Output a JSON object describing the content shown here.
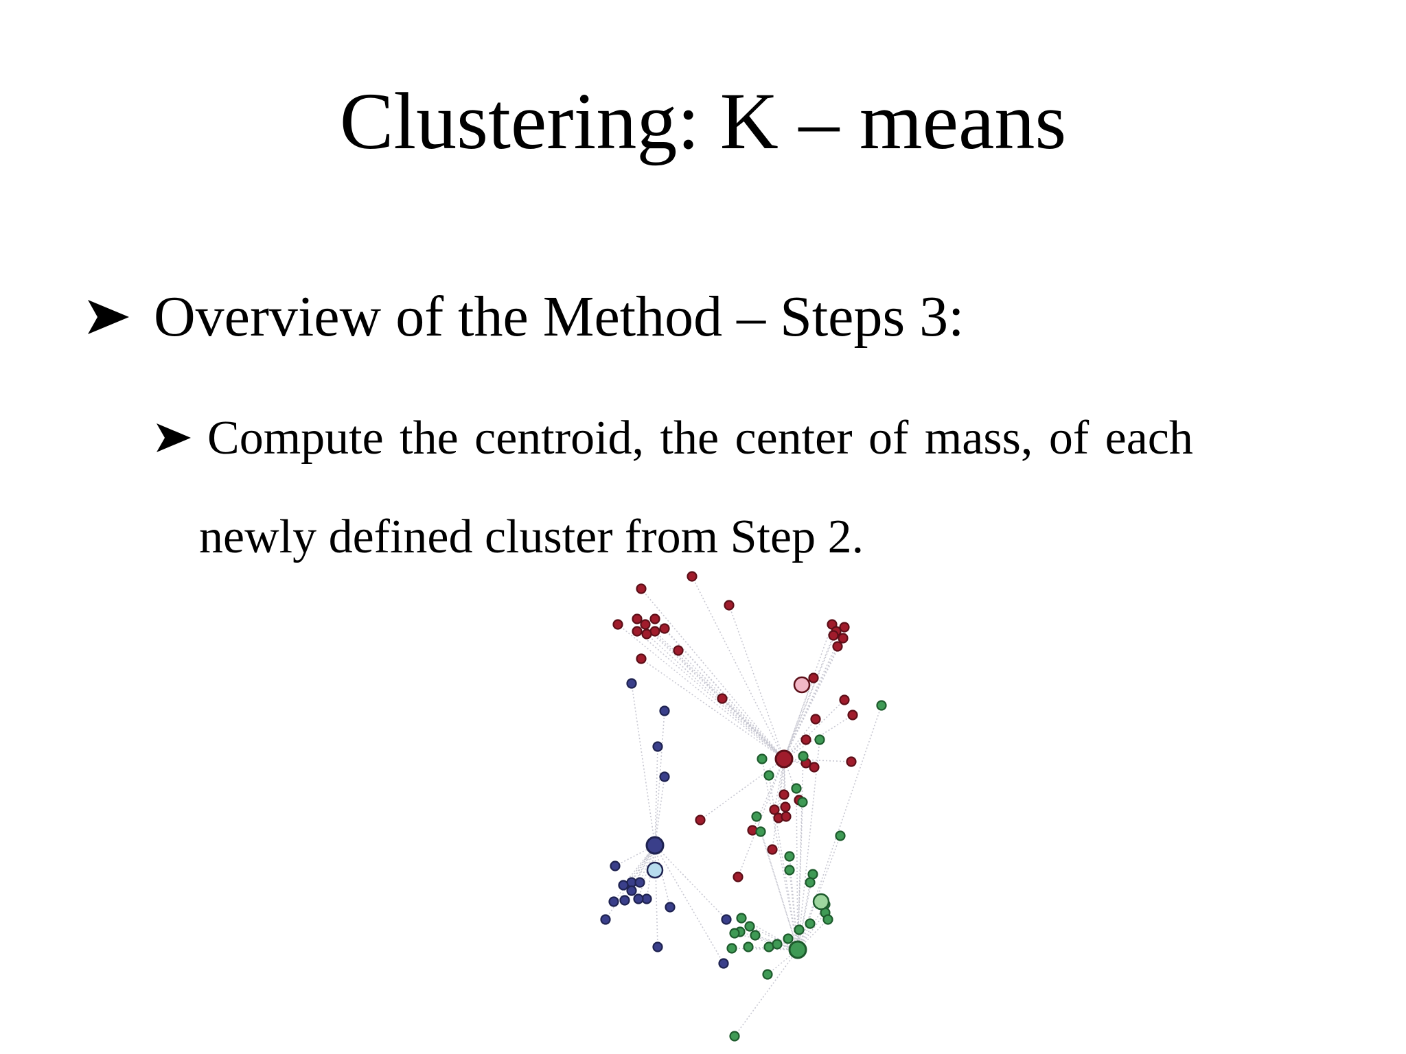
{
  "title": "Clustering: K – means",
  "bullets": {
    "level1": {
      "icon": "arrow-bullet-icon",
      "text": "Overview of the Method – Steps 3:"
    },
    "level2": {
      "icon": "arrow-bullet-icon",
      "line1": "Compute the centroid, the center of mass, of each",
      "line2": "newly defined cluster from Step 2."
    }
  },
  "figure": {
    "description_type": "k-means cluster scatter with centroid links",
    "colors": {
      "red": "#a01c2c",
      "red_stroke": "#5c0f18",
      "blue": "#3a3f8a",
      "blue_stroke": "#1e2250",
      "green": "#3f9a55",
      "green_stroke": "#1d5a2c",
      "old_red_centroid": "#f2b7c6",
      "old_blue_centroid": "#b7dcee",
      "old_green_centroid": "#9ed69e",
      "link": "#c8c8d2"
    }
  }
}
